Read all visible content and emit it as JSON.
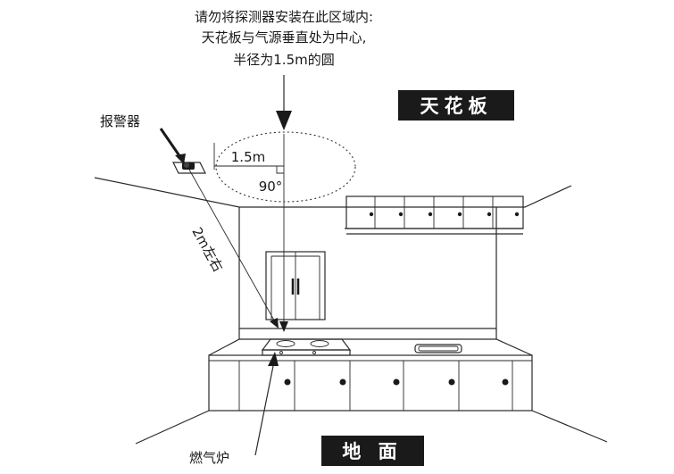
{
  "instruction": {
    "line1": "请勿将探测器安装在此区域内:",
    "line2": "天花板与气源垂直处为中心,",
    "line3": "半径为1.5m的圆"
  },
  "labels": {
    "ceiling": "天花板",
    "floor": "地 面",
    "alarm": "报警器",
    "stove": "燃气炉",
    "radius": "1.5m",
    "angle": "90°",
    "distance": "2m左右"
  },
  "colors": {
    "label_box": "#1a1a1a",
    "label_text": "#ffffff",
    "ink": "#1a1a1a"
  }
}
